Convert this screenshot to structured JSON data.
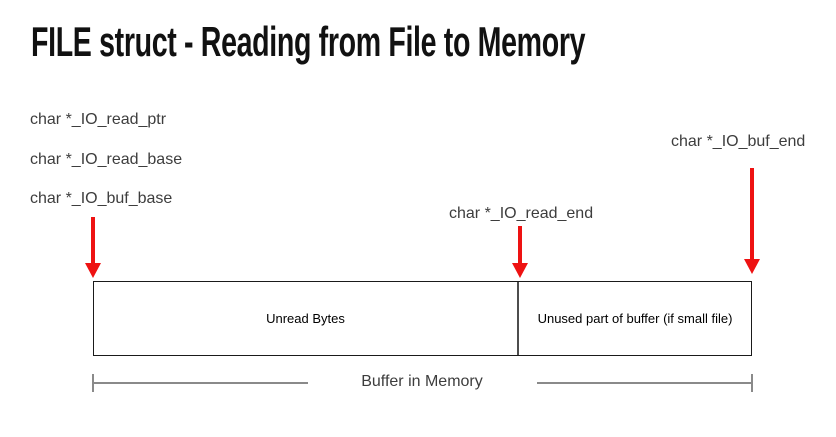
{
  "title": "FILE struct - Reading from File to Memory",
  "pointer_labels": {
    "read_ptr": "char *_IO_read_ptr",
    "read_base": "char *_IO_read_base",
    "buf_base": "char *_IO_buf_base",
    "read_end": "char *_IO_read_end",
    "buf_end": "char *_IO_buf_end"
  },
  "buffer_box": {
    "unread_segment_label": "Unread Bytes",
    "unused_segment_label": "Unused part of buffer (if small file)",
    "caption": "Buffer in Memory"
  },
  "colors": {
    "arrow_red": "#ee1212",
    "box_border": "#1a1a1a",
    "divider": "#4d4d4d",
    "bracket_gray": "#8a8a8a",
    "label_text": "#3d3d3d",
    "title_text": "#111111"
  }
}
